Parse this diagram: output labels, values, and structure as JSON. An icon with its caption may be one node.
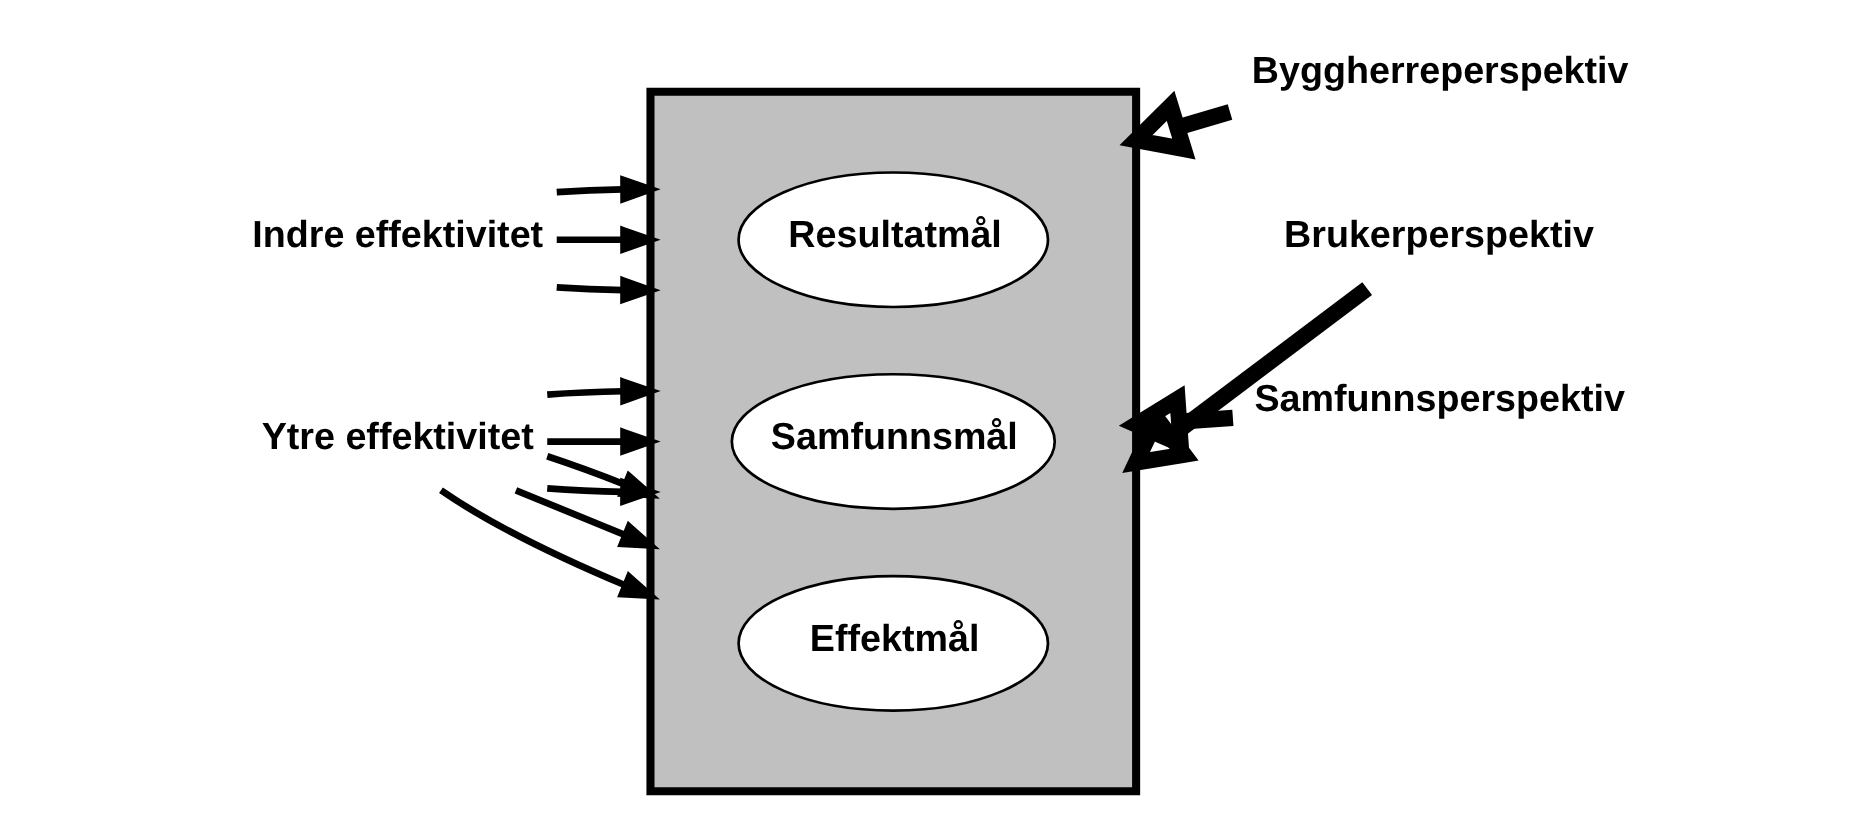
{
  "diagram": {
    "nodes": [
      {
        "text": [],
        "shape": "box"
      },
      {
        "text": [
          "Resultatmål"
        ],
        "in": 0
      },
      {
        "text": [
          "Effektmål"
        ],
        "in": 0
      },
      {
        "text": [
          "Samfunnsmål"
        ],
        "in": 0
      },
      {
        "text": [
          "Indre effektivitet"
        ]
      },
      {
        "text": [
          "Ytre effektivitet"
        ]
      },
      {
        "text": [
          "Byggherreperspektiv"
        ]
      },
      {
        "text": [
          "Brukerperspektiv"
        ]
      },
      {
        "text": [
          "Samfunnsperspektiv"
        ]
      }
    ],
    "edges": [
      {
        "from": 4,
        "to": 0,
        "arrow": "to"
      },
      {
        "from": 4,
        "to": 0,
        "arrow": "to"
      },
      {
        "from": 4,
        "to": 0,
        "arrow": "to"
      },
      {
        "from": 5,
        "to": 0,
        "arrow": "to"
      },
      {
        "from": 5,
        "to": 0,
        "arrow": "to"
      },
      {
        "from": 5,
        "to": 0,
        "arrow": "to"
      },
      {
        "from": 5,
        "to": 0,
        "arrow": "to"
      },
      {
        "from": 5,
        "to": 0,
        "arrow": "to"
      },
      {
        "from": 5,
        "to": 0,
        "arrow": "to"
      },
      {
        "from": 6,
        "to": 0,
        "arrow": "to",
        "style": "thick"
      },
      {
        "from": 7,
        "to": 0,
        "arrow": "to",
        "style": "thick"
      },
      {
        "from": 8,
        "to": 0,
        "arrow": "to",
        "style": "thick"
      }
    ]
  }
}
